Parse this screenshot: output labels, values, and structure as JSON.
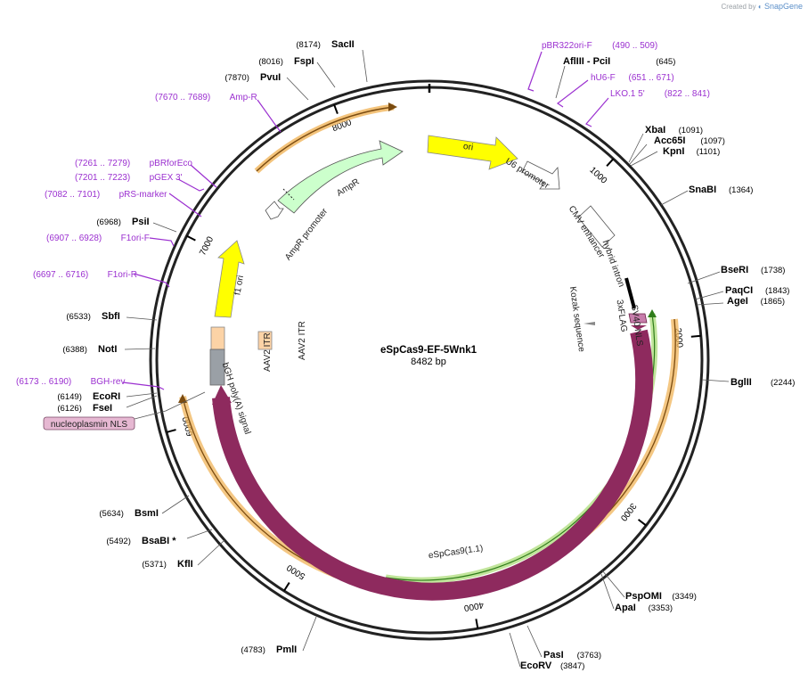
{
  "credit": {
    "created_by": "Created by",
    "brand": "SnapGene"
  },
  "plasmid": {
    "name": "eSpCas9-EF-5Wnk1",
    "length": "8482 bp",
    "total_bp": 8482
  },
  "colors": {
    "ring": "#222222",
    "cas9": "#8e2a5e",
    "ori": "#ffff00",
    "ampr": "#ccffcc",
    "primer": "#9b30d0",
    "orange_band": "#f0b45a",
    "green_band": "#7bc142",
    "nls": "#d291b8",
    "aav": "#fcd3a6",
    "poly": "#9aa0a6"
  },
  "ticks": [
    {
      "bp": 1000,
      "label": "1000"
    },
    {
      "bp": 2000,
      "label": "2000"
    },
    {
      "bp": 3000,
      "label": "3000"
    },
    {
      "bp": 4000,
      "label": "4000"
    },
    {
      "bp": 5000,
      "label": "5000"
    },
    {
      "bp": 6000,
      "label": "6000"
    },
    {
      "bp": 7000,
      "label": "7000"
    },
    {
      "bp": 8000,
      "label": "8000"
    }
  ],
  "sites": [
    {
      "name": "SacII",
      "pos": "(8174)",
      "bp": 8174
    },
    {
      "name": "FspI",
      "pos": "(8016)",
      "bp": 8016
    },
    {
      "name": "PvuI",
      "pos": "(7870)",
      "bp": 7870
    },
    {
      "name": "AflIII - PciI",
      "pos": "(645)",
      "bp": 645
    },
    {
      "name": "XbaI",
      "pos": "(1091)",
      "bp": 1091
    },
    {
      "name": "Acc65I",
      "pos": "(1097)",
      "bp": 1097
    },
    {
      "name": "KpnI",
      "pos": "(1101)",
      "bp": 1101
    },
    {
      "name": "SnaBI",
      "pos": "(1364)",
      "bp": 1364
    },
    {
      "name": "BseRI",
      "pos": "(1738)",
      "bp": 1738
    },
    {
      "name": "PaqCI",
      "pos": "(1843)",
      "bp": 1843
    },
    {
      "name": "AgeI",
      "pos": "(1865)",
      "bp": 1865
    },
    {
      "name": "BglII",
      "pos": "(2244)",
      "bp": 2244
    },
    {
      "name": "PspOMI",
      "pos": "(3349)",
      "bp": 3349
    },
    {
      "name": "ApaI",
      "pos": "(3353)",
      "bp": 3353
    },
    {
      "name": "PasI",
      "pos": "(3763)",
      "bp": 3763
    },
    {
      "name": "EcoRV",
      "pos": "(3847)",
      "bp": 3847
    },
    {
      "name": "PmlI",
      "pos": "(4783)",
      "bp": 4783
    },
    {
      "name": "KflI",
      "pos": "(5371)",
      "bp": 5371
    },
    {
      "name": "BsaBI *",
      "pos": "(5492)",
      "bp": 5492
    },
    {
      "name": "BsmI",
      "pos": "(5634)",
      "bp": 5634
    },
    {
      "name": "FseI",
      "pos": "(6126)",
      "bp": 6126
    },
    {
      "name": "EcoRI",
      "pos": "(6149)",
      "bp": 6149
    },
    {
      "name": "NotI",
      "pos": "(6388)",
      "bp": 6388
    },
    {
      "name": "SbfI",
      "pos": "(6533)",
      "bp": 6533
    },
    {
      "name": "PsiI",
      "pos": "(6968)",
      "bp": 6968
    }
  ],
  "primers": [
    {
      "name": "pBR322ori-F",
      "range": "(490 .. 509)"
    },
    {
      "name": "hU6-F",
      "range": "(651 .. 671)"
    },
    {
      "name": "LKO.1 5'",
      "range": "(822 .. 841)"
    },
    {
      "name": "Amp-R",
      "range": "(7670 .. 7689)"
    },
    {
      "name": "pBRforEco",
      "range": "(7261 .. 7279)"
    },
    {
      "name": "pGEX 3'",
      "range": "(7201 .. 7223)"
    },
    {
      "name": "pRS-marker",
      "range": "(7082 .. 7101)"
    },
    {
      "name": "F1ori-F",
      "range": "(6907 .. 6928)"
    },
    {
      "name": "F1ori-R",
      "range": "(6697 .. 6716)"
    },
    {
      "name": "BGH-rev",
      "range": "(6173 .. 6190)"
    }
  ],
  "features": {
    "ori": "ori",
    "ampr": "AmpR",
    "ampr_promoter": "AmpR promoter",
    "u6": "U6 promoter",
    "cmv": "CMV enhancer",
    "hybrid": "hybrid intron",
    "kozak": "Kozak sequence",
    "flag": "3xFLAG",
    "sv40": "SV40 NLS",
    "cas9": "eSpCas9(1.1)",
    "bgh": "bGH poly(A) signal",
    "aav_inner": "AAV2 ITR",
    "aav_outer": "AAV2 ITR",
    "f1": "f1 ori",
    "nucleoplasmin": "nucleoplasmin NLS"
  }
}
